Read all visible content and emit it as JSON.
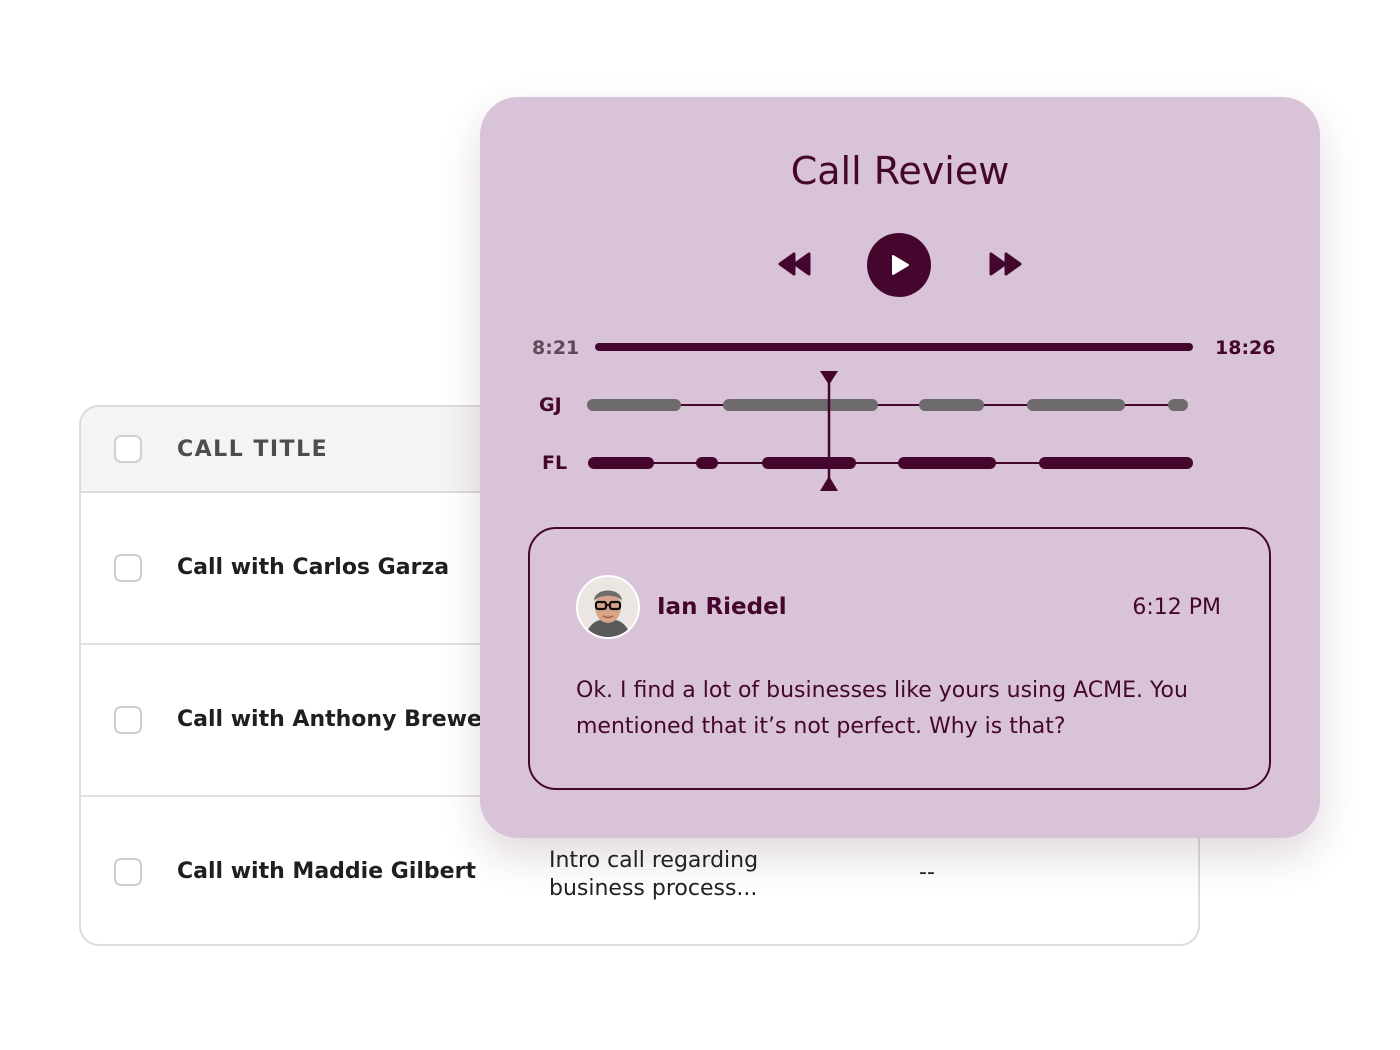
{
  "table": {
    "header_label": "CALL TITLE",
    "rows": [
      {
        "title": "Call with Carlos Garza",
        "description": "",
        "extra": ""
      },
      {
        "title": "Call with Anthony Brewer",
        "description": "",
        "extra": ""
      },
      {
        "title": "Call with Maddie Gilbert",
        "description": "Intro call regarding business process...",
        "extra": "--"
      }
    ]
  },
  "review": {
    "title": "Call Review",
    "current_time": "8:21",
    "total_time": "18:26",
    "speakers": [
      {
        "label": "GJ",
        "color": "#6e6b6c"
      },
      {
        "label": "FL",
        "color": "#45062e"
      }
    ],
    "transcript": {
      "speaker_name": "Ian Riedel",
      "time": "6:12 PM",
      "text": "Ok. I find a lot of businesses like yours using ACME. You mentioned that it’s not perfect. Why is that?"
    }
  },
  "icons": {
    "rewind": "rewind-icon",
    "play": "play-icon",
    "fast_forward": "fast-forward-icon",
    "playhead": "playhead-marker-icon"
  },
  "colors": {
    "panel_bg": "#d8c3d9",
    "accent": "#45062e",
    "gray_track": "#6e6b6c",
    "time_current": "#5e4a58"
  }
}
